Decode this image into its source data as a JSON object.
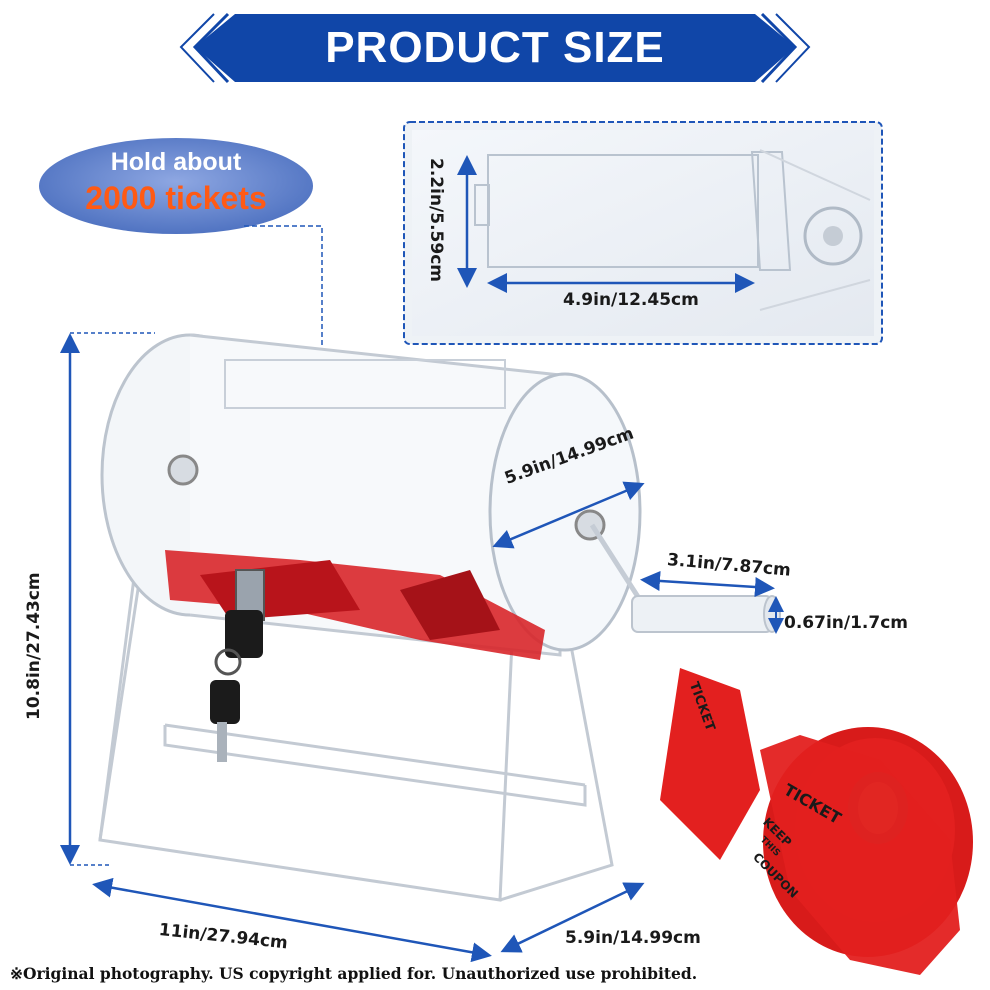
{
  "banner": {
    "title": "PRODUCT SIZE"
  },
  "callout": {
    "line1": "Hold about",
    "line2": "2000 tickets"
  },
  "dimensions": {
    "slot_height": "2.2in/5.59cm",
    "slot_width": "4.9in/12.45cm",
    "drum_diameter": "5.9in/14.99cm",
    "handle_length": "3.1in/7.87cm",
    "handle_diameter": "0.67in/1.7cm",
    "total_height": "10.8in/27.43cm",
    "base_width": "11in/27.94cm",
    "base_depth": "5.9in/14.99cm"
  },
  "tickets": {
    "ticket": "TICKET",
    "keep": "KEEP",
    "this": "THIS",
    "coupon": "COUPON"
  },
  "footer": {
    "notice": "※Original photography. US copyright applied for. Unauthorized use prohibited."
  },
  "colors": {
    "banner_blue": "#1046a8",
    "accent_orange": "#ff5a14",
    "dim_blue": "#1f56b8",
    "ticket_red": "#e3201f"
  }
}
